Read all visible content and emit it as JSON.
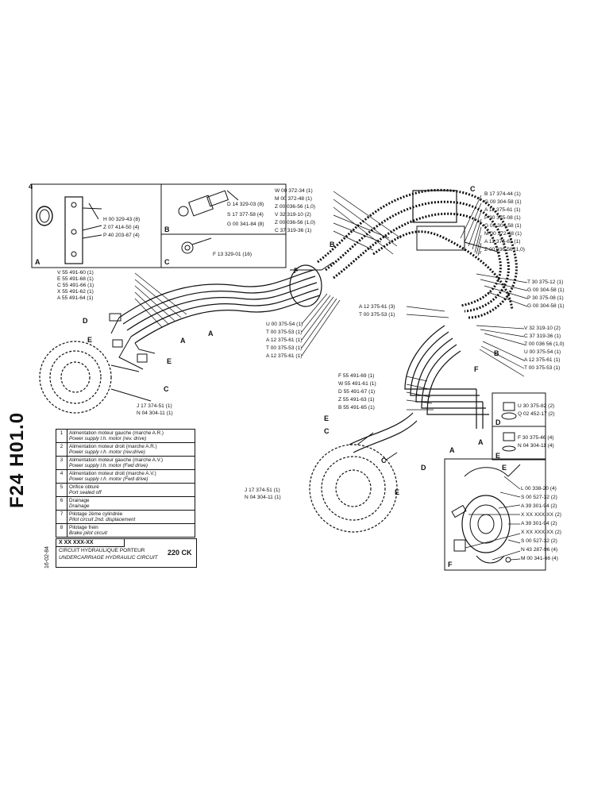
{
  "sheet": {
    "code": "F24 H01.0",
    "date": "16-02-84",
    "model": "220 CK",
    "title_fr": "CIRCUIT HYDRAULIQUE PORTEUR",
    "title_en": "UNDERCARRIAGE HYDRAULIC CIRCUIT",
    "ref_code": "X XX XXX-XX"
  },
  "legend": [
    {
      "num": "1",
      "fr": "Alimentation moteur gauche (marche A.R.)",
      "en": "Power supply l.h. motor (rev. drive)"
    },
    {
      "num": "2",
      "fr": "Alimentation moteur droit (marche A.R.)",
      "en": "Power supply r.h. motor (rev.drive)"
    },
    {
      "num": "3",
      "fr": "Alimentation moteur gauche (marche A.V.)",
      "en": "Power supply l.h. motor (Fwd drive)"
    },
    {
      "num": "4",
      "fr": "Alimentation moteur droit (marche A.V.)",
      "en": "Power supply r.h. motor (Fwd drive)"
    },
    {
      "num": "5",
      "fr": "Orifice obturé",
      "en": "Port sealed off"
    },
    {
      "num": "6",
      "fr": "Drainage",
      "en": "Drainage"
    },
    {
      "num": "7",
      "fr": "Pilotage 2ème cylindrée",
      "en": "Pilot circuit 2nd. displacement"
    },
    {
      "num": "8",
      "fr": "Pilotage frein",
      "en": "Brake pilot circuit"
    }
  ],
  "boxes": {
    "a": {
      "letter": "A",
      "parts": [
        "H 00 329-43 (8)",
        "Z 07 414-50 (4)",
        "P 40 203-67 (4)"
      ]
    },
    "b": {
      "letter": "B",
      "parts": [
        "D 14 329-03 (8)",
        "S 17 377-58 (4)",
        "G 00 341-84 (8)"
      ]
    },
    "c": {
      "letter": "C",
      "parts": [
        "F 13 329-01 (16)"
      ]
    },
    "d": {
      "letter": "D",
      "parts": [
        "U 30 375-82 (2)",
        "Q 02 452-17 (2)"
      ]
    },
    "e": {
      "letter": "E",
      "parts": [
        "F 30 375-46 (4)",
        "N 04 304-11 (4)"
      ]
    },
    "f": {
      "letter": "F",
      "parts": [
        "L 00 338-20 (4)",
        "S 00 527-32 (2)",
        "A 39 301-94 (2)",
        "X XX XXX-XX (2)",
        "A 39 301-94 (2)",
        "X XX XXX-XX (2)",
        "S 00 527-32 (2)",
        "N 43 287-96 (4)",
        "M 00 341-66 (4)"
      ]
    }
  },
  "callouts": {
    "left_top": [
      "V 55 491-60 (1)",
      "E 55 491-68 (1)",
      "C 55 491-66 (1)",
      "X 55 491-62 (1)",
      "A 55 491-64 (1)"
    ],
    "top_center": [
      "W 00 372-34 (1)",
      "M 00 372-48 (1)",
      "Z 00 036-56 (1,0)",
      "V 32 319-10 (2)",
      "Z 00 036-56 (1,0)",
      "C 37 319-36 (1)"
    ],
    "top_right": [
      "B 17 374-44 (1)",
      "G 00 304-58 (1)",
      "A 12 375-61 (1)",
      "P 30 375-08 (1)",
      "G 00 304-58 (1)",
      "M 00 372-48 (1)",
      "A 12 375-61 (1)",
      "Z 00 036-56 (1,0)"
    ],
    "mid_right": [
      "T 30 375-12 (1)",
      "G 00 304-58 (1)",
      "P 30 375-08 (1)",
      "G 00 304-58 (1)"
    ],
    "mid_center": [
      "U 00 375-54 (1)",
      "T 00 375-53 (1)",
      "A 12 375-61 (1)",
      "T 00 375-53 (1)",
      "A 12 375-61 (1)"
    ],
    "mid_center2": [
      "A 12 375-61 (3)",
      "T 00 375-53 (1)"
    ],
    "right_lower": [
      "V 32 319-10 (2)",
      "C 37 319-36 (1)",
      "Z 00 036 56 (1,0)",
      "U 00 375-54 (1)",
      "A 12 375-61 (1)",
      "T 00 375-53 (1)"
    ],
    "center_lower": [
      "F 55 491-69 (1)",
      "W 55 491-61 (1)",
      "D 55 491-67 (1)",
      "Z 55 491-63 (1)",
      "B 55 491-65 (1)"
    ],
    "motor_left": [
      "J 17 374-51 (1)",
      "N 04 304-11 (1)"
    ],
    "motor_right": [
      "J 17 374-51 (1)",
      "N 04 304-11 (1)"
    ]
  }
}
